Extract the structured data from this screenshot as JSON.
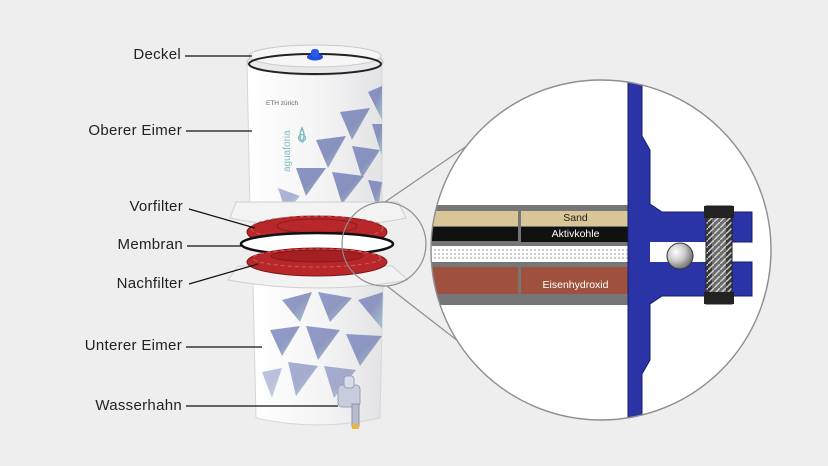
{
  "labels": {
    "deckel": "Deckel",
    "oberer_eimer": "Oberer Eimer",
    "vorfilter": "Vorfilter",
    "membran": "Membran",
    "nachfilter": "Nachfilter",
    "unterer_eimer": "Unterer Eimer",
    "wasserhahn": "Wasserhahn"
  },
  "detail": {
    "sand": "Sand",
    "aktivkohle": "Aktivkohle",
    "eisenhydroxid": "Eisenhydroxid"
  },
  "branding": {
    "eth": "ETH zürich",
    "logo": "aguaforia"
  },
  "colors": {
    "background": "#eeeeee",
    "filter_red": "#b8272a",
    "flange_blue": "#2b34a6",
    "sand": "#d9c596",
    "eisenhydroxid": "#a0513d",
    "aktivkohle": "#111111"
  }
}
